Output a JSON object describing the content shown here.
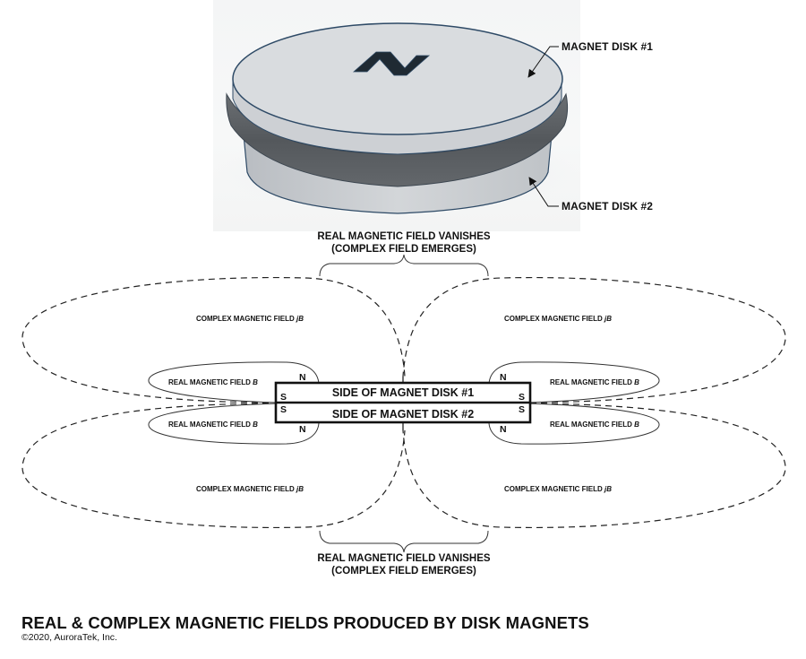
{
  "figure": {
    "title": "REAL & COMPLEX MAGNETIC FIELDS PRODUCED BY DISK MAGNETS",
    "copyright": "©2020, AuroraTek, Inc."
  },
  "photo": {
    "disk_top_marking": "N",
    "callouts": [
      {
        "id": "disk1",
        "text": "MAGNET DISK #1"
      },
      {
        "id": "disk2",
        "text": "MAGNET DISK #2"
      }
    ],
    "colors": {
      "top_face": "#d9dcdf",
      "rim_light": "#c9ccd0",
      "band_dark": "#5c6064",
      "outline": "#2e4a66",
      "marking": "#1f2a33"
    }
  },
  "annotations": {
    "top": {
      "line1": "REAL MAGNETIC FIELD VANISHES",
      "line2": "(COMPLEX FIELD EMERGES)"
    },
    "bottom": {
      "line1": "REAL MAGNETIC FIELD VANISHES",
      "line2": "(COMPLEX FIELD EMERGES)"
    }
  },
  "magnets": {
    "disk1_side": "SIDE OF MAGNET DISK #1",
    "disk2_side": "SIDE OF MAGNET DISK #2",
    "poles": {
      "top_left_n": "N",
      "top_right_n": "N",
      "bottom_left_n": "N",
      "bottom_right_n": "N",
      "disk1_left_s": "S",
      "disk1_right_s": "S",
      "disk2_left_s": "S",
      "disk2_right_s": "S"
    }
  },
  "fields": {
    "complex_label_prefix": "COMPLEX MAGNETIC FIELD ",
    "complex_symbol": "jB",
    "real_label_prefix": "REAL MAGNETIC FIELD ",
    "real_symbol": "B",
    "complex_lobes": [
      {
        "id": "upper-left"
      },
      {
        "id": "upper-right"
      },
      {
        "id": "lower-left"
      },
      {
        "id": "lower-right"
      }
    ],
    "real_lobes": [
      {
        "id": "upper-left"
      },
      {
        "id": "upper-right"
      },
      {
        "id": "lower-left"
      },
      {
        "id": "lower-right"
      }
    ]
  }
}
